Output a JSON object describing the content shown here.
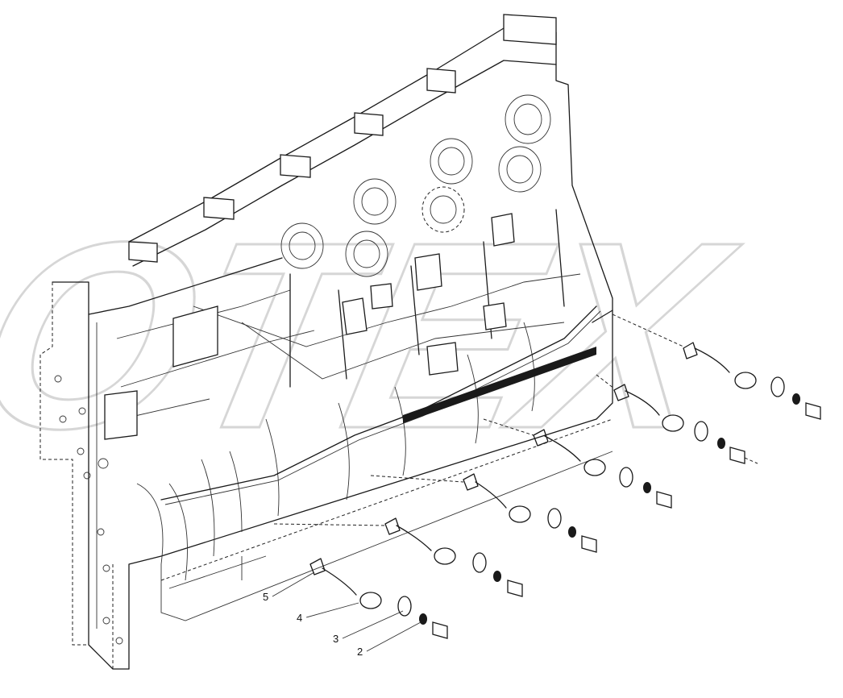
{
  "diagram": {
    "watermark_text": "ОТЕХ",
    "corner_mark": "",
    "callouts": [
      {
        "label": "5"
      },
      {
        "label": "4"
      },
      {
        "label": "3"
      },
      {
        "label": "2"
      }
    ],
    "sensor_count": 6
  }
}
